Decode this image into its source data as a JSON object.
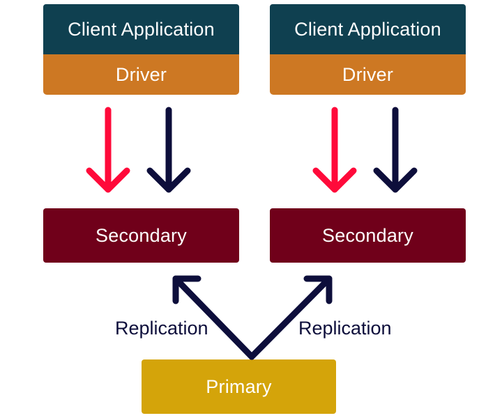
{
  "colors": {
    "client": "#0f4050",
    "driver": "#cd7823",
    "secondary": "#70001a",
    "primary": "#d4a40a",
    "read_arrow": "#ff0a3a",
    "write_arrow": "#0d0e3b"
  },
  "clients": [
    {
      "app_label": "Client Application",
      "driver_label": "Driver"
    },
    {
      "app_label": "Client Application",
      "driver_label": "Driver"
    }
  ],
  "secondaries": [
    {
      "label": "Secondary"
    },
    {
      "label": "Secondary"
    }
  ],
  "primary": {
    "label": "Primary"
  },
  "replication_labels": [
    "Replication",
    "Replication"
  ]
}
